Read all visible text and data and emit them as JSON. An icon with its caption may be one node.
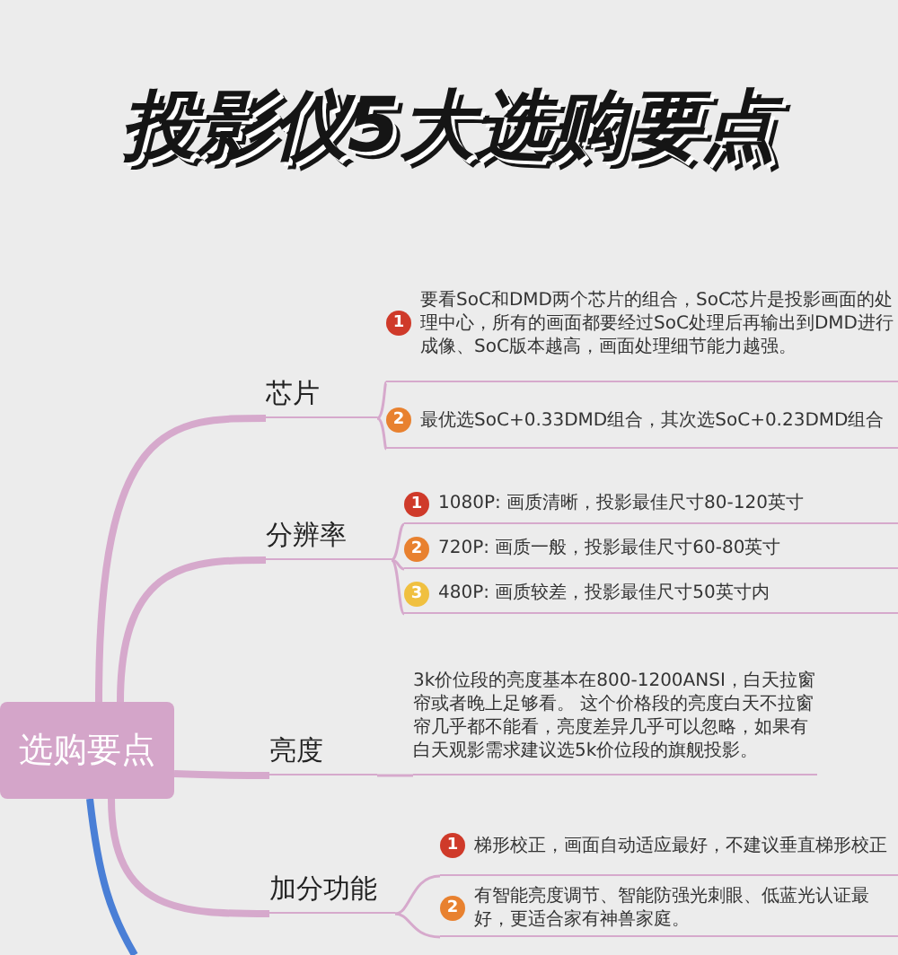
{
  "diagram": {
    "title": "投影仪5大选购要点",
    "nodes": [
      {
        "text": [
          "选购要点"
        ]
      },
      {
        "text": [
          "芯片"
        ]
      },
      {
        "text": [
          "1",
          "要看SoC和DMD两个芯片的组合，SoC芯片是投影画面的处理中心，所有的画面都要经过SoC处理后再输出到DMD进行成像、SoC版本越高，画面处理细节能力越强。"
        ]
      },
      {
        "text": [
          "2",
          "最优选SoC+0.33DMD组合，其次选SoC+0.23DMD组合"
        ]
      },
      {
        "text": [
          "分辨率"
        ]
      },
      {
        "text": [
          "1",
          "1080P: 画质清晰，投影最佳尺寸80-120英寸"
        ]
      },
      {
        "text": [
          "2",
          "720P: 画质一般，投影最佳尺寸60-80英寸"
        ]
      },
      {
        "text": [
          "3",
          "480P: 画质较差，投影最佳尺寸50英寸内"
        ]
      },
      {
        "text": [
          "亮度"
        ]
      },
      {
        "text": [
          "3k价位段的亮度基本在800-1200ANSI，白天拉窗帘或者晚上足够看。 这个价格段的亮度白天不拉窗帘几乎都不能看，亮度差异几乎可以忽略，如果有白天观影需求建议选5k价位段的旗舰投影。"
        ]
      },
      {
        "text": [
          "加分功能"
        ]
      },
      {
        "text": [
          "1",
          "梯形校正，画面自动适应最好，不建议垂直梯形校正"
        ]
      },
      {
        "text": [
          "2",
          "有智能亮度调节、智能防强光刺眼、低蓝光认证最好，更适合家有神兽家庭。"
        ]
      }
    ],
    "edges": [
      {
        "from": 0,
        "to": 1,
        "arrow": "none",
        "style": "thick"
      },
      {
        "from": 1,
        "to": 2,
        "arrow": "none"
      },
      {
        "from": 1,
        "to": 3,
        "arrow": "none"
      },
      {
        "from": 0,
        "to": 4,
        "arrow": "none",
        "style": "thick"
      },
      {
        "from": 4,
        "to": 5,
        "arrow": "none"
      },
      {
        "from": 4,
        "to": 6,
        "arrow": "none"
      },
      {
        "from": 4,
        "to": 7,
        "arrow": "none"
      },
      {
        "from": 0,
        "to": 8,
        "arrow": "none",
        "style": "thick"
      },
      {
        "from": 8,
        "to": 9,
        "arrow": "none"
      },
      {
        "from": 0,
        "to": 10,
        "arrow": "none",
        "style": "thick"
      },
      {
        "from": 10,
        "to": 11,
        "arrow": "none"
      },
      {
        "from": 10,
        "to": 12,
        "arrow": "none"
      },
      {
        "from": 0,
        "to": null,
        "arrow": "none",
        "style": "thick",
        "color": "#4a7fd6"
      }
    ]
  }
}
